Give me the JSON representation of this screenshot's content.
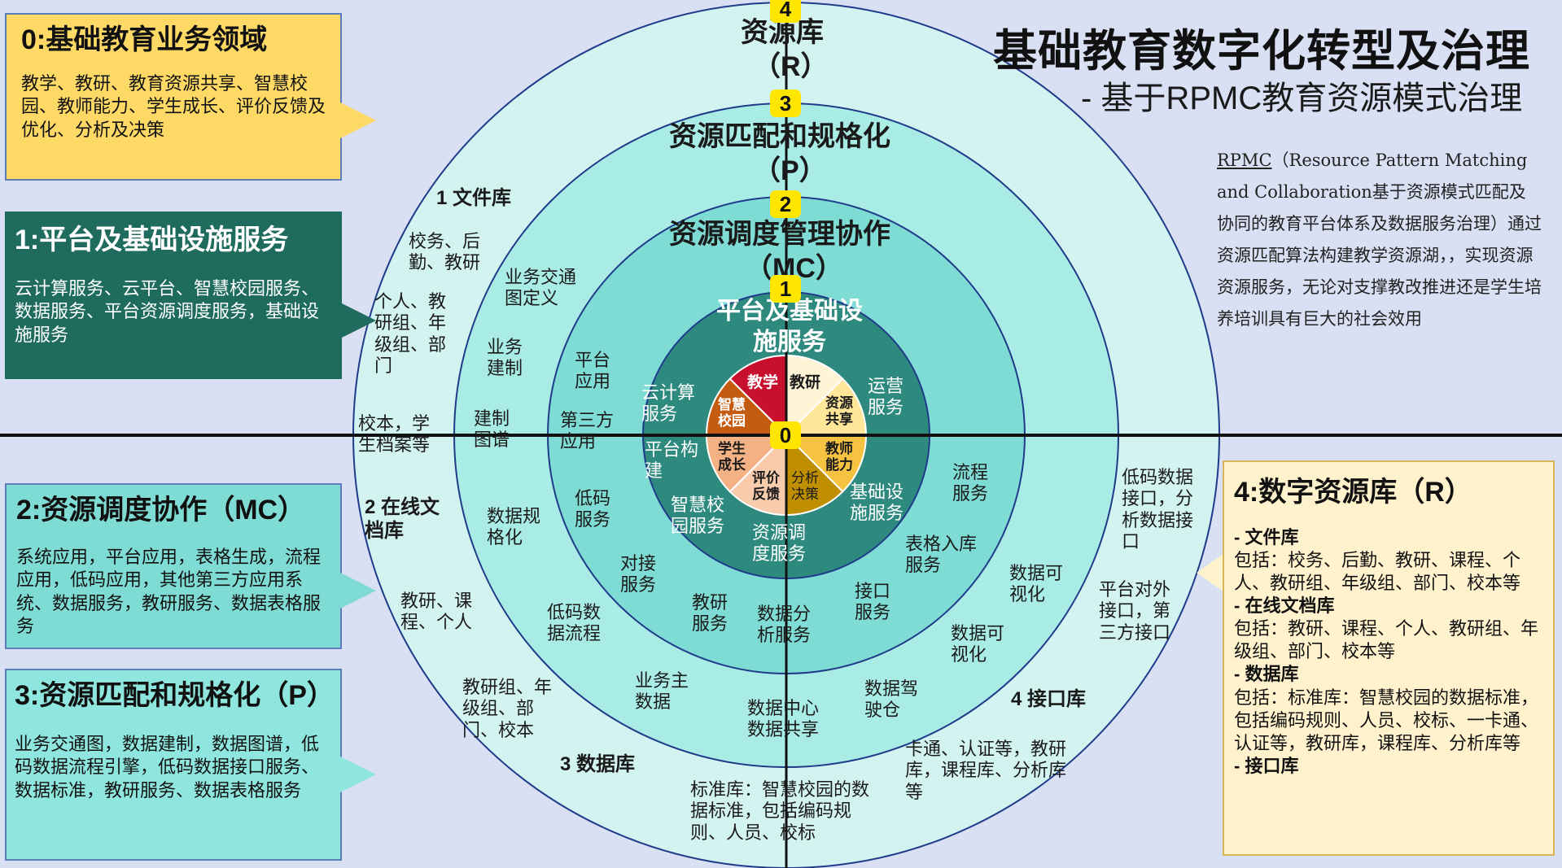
{
  "title": "基础教育数字化转型及治理",
  "subtitle": "- 基于RPMC教育资源模式治理",
  "description": {
    "lead": "RPMC",
    "text": "（Resource Pattern Matching and Collaboration基于资源模式匹配及协同的教育平台体系及数据服务治理）通过资源匹配算法构建教学资源湖，，实现资源资源服务，无论对支撑教改推进还是学生培养培训具有巨大的社会效用"
  },
  "colors": {
    "background": "#d9e0f4",
    "ring4": "#d2f3f0",
    "ring3": "#a9ece6",
    "ring2": "#7edcd5",
    "ring1": "#2e8a7f",
    "box0": "#ffd966",
    "box1": "#1f6b5e",
    "box2": "#7fdcd4",
    "box3": "#8ee6df",
    "box4": "#fff2cc",
    "badge": "#ffe600"
  },
  "badges": [
    "4",
    "3",
    "2",
    "1",
    "0"
  ],
  "rings": {
    "r4": {
      "title": "资源库",
      "code": "（R）"
    },
    "r3": {
      "title": "资源匹配和规格化",
      "code": "（P）"
    },
    "r2": {
      "title": "资源调度管理协作",
      "code": "（MC）"
    },
    "r1": {
      "title": "平台及基础设施服务"
    }
  },
  "core_sectors": [
    {
      "label": "教学",
      "color": "#c8102e",
      "text_color": "#ffffff"
    },
    {
      "label": "教研",
      "color": "#fff5d6",
      "text_color": "#111111"
    },
    {
      "label": "资源共享",
      "color": "#ffe699",
      "text_color": "#111111"
    },
    {
      "label": "教师能力",
      "color": "#f5c242",
      "text_color": "#111111"
    },
    {
      "label": "分析决策",
      "color": "#bf8f00",
      "text_color": "#111111"
    },
    {
      "label": "评价反馈",
      "color": "#f8cbad",
      "text_color": "#111111"
    },
    {
      "label": "学生成长",
      "color": "#f4b183",
      "text_color": "#111111"
    },
    {
      "label": "智慧校园",
      "color": "#c55a11",
      "text_color": "#ffffff"
    }
  ],
  "ring1_labels": [
    "云计算服务",
    "运营服务",
    "平台构建",
    "基础设施服务",
    "智慧校园服务",
    "资源调度服务"
  ],
  "ring2_labels": [
    "平台应用",
    "第三方应用",
    "低码服务",
    "对接服务",
    "教研服务",
    "数据分析服务",
    "接口服务",
    "表格入库服务",
    "流程服务"
  ],
  "ring3_labels": [
    "业务交通图定义",
    "业务建制",
    "建制图谱",
    "数据规格化",
    "低码数据流程",
    "业务主数据",
    "数据中心数据共享",
    "数据驾驶仓",
    "数据可视化",
    "数据可视化"
  ],
  "ring4_labels": [
    "1 文件库",
    "校务、后勤、教研",
    "个人、教研组、年级组、部门",
    "校本，学生档案等",
    "2 在线文档库",
    "教研、课程、个人",
    "教研组、年级组、部门、校本",
    "3 数据库",
    "标准库：智慧校园的数据标准，包括编码规则、人员、校标",
    "卡通、认证等，教研库，课程库、分析库等",
    "4 接口库",
    "平台对外接口，第三方接口",
    "低码数据接口，分析数据接口"
  ],
  "boxes": {
    "b0": {
      "title": "0:基础教育业务领域",
      "body": "教学、教研、教育资源共享、智慧校园、教师能力、学生成长、评价反馈及优化、分析及决策"
    },
    "b1": {
      "title": "1:平台及基础设施服务",
      "body": "云计算服务、云平台、智慧校园服务、数据服务、平台资源调度服务，基础设施服务"
    },
    "b2": {
      "title": "2:资源调度协作（MC）",
      "body": "系统应用，平台应用，表格生成，流程应用，低码应用，其他第三方应用系统、数据服务，教研服务、数据表格服务"
    },
    "b3": {
      "title": "3:资源匹配和规格化（P）",
      "body": "业务交通图，数据建制，数据图谱，低码数据流程引擎，低码数据接口服务、数据标准，教研服务、数据表格服务"
    },
    "b4": {
      "title": "4:数字资源库（R）",
      "items": [
        {
          "head": "- 文件库",
          "body": "包括：校务、后勤、教研、课程、个人、教研组、年级组、部门、校本等"
        },
        {
          "head": "- 在线文档库",
          "body": "包括：教研、课程、个人、教研组、年级组、部门、校本等"
        },
        {
          "head": "- 数据库",
          "body": "包括：标准库：智慧校园的数据标准，包括编码规则、人员、校标、一卡通、认证等，教研库，课程库、分析库等"
        },
        {
          "head": "- 接口库",
          "body": ""
        }
      ]
    }
  }
}
